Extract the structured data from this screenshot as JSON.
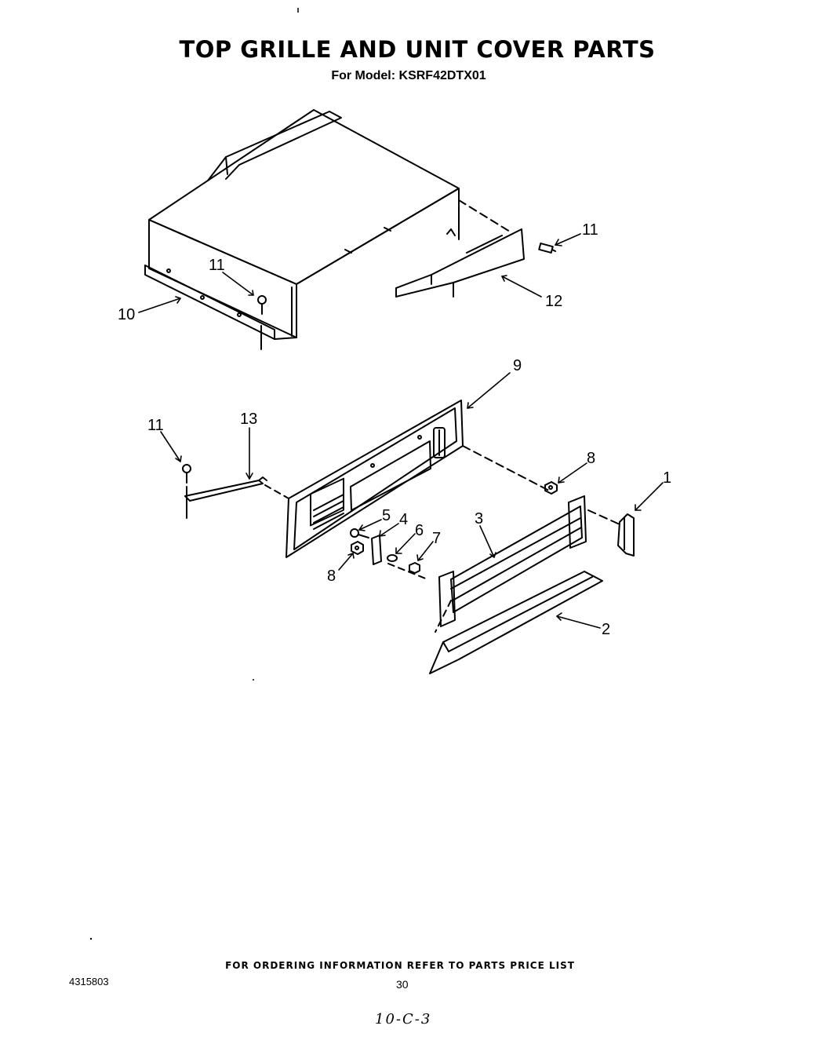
{
  "header": {
    "title": "TOP GRILLE AND UNIT COVER PARTS",
    "model_line": "For Model: KSRF42DTX01"
  },
  "callouts": {
    "c1": "1",
    "c2": "2",
    "c3": "3",
    "c4": "4",
    "c5": "5",
    "c6": "6",
    "c7": "7",
    "c8a": "8",
    "c8b": "8",
    "c9": "9",
    "c10": "10",
    "c11a": "11",
    "c11b": "11",
    "c11c": "11",
    "c12": "12",
    "c13": "13"
  },
  "footer": {
    "ordering_note": "FOR ORDERING INFORMATION REFER TO PARTS PRICE LIST",
    "doc_number": "4315803",
    "page_number": "30",
    "handwritten": "10-C-3"
  }
}
